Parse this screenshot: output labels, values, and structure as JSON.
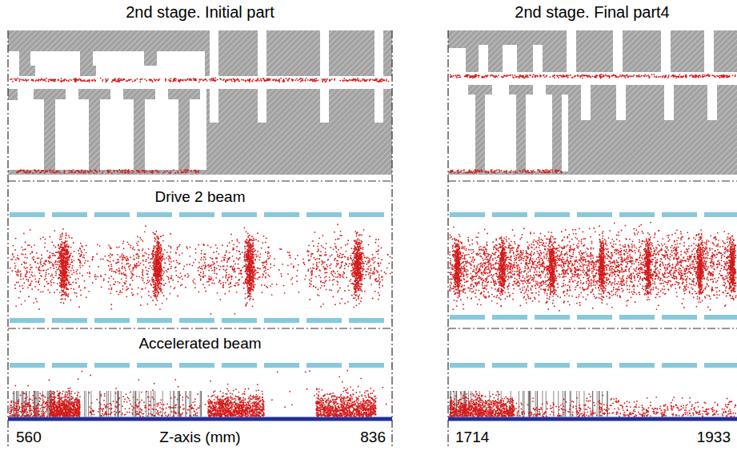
{
  "diagram": {
    "labels": [
      "2nd stage. Initial part",
      "2nd stage. Final part4",
      "Drive 2 beam",
      "Accelerated beam",
      "560",
      "Z-axis (mm)",
      "836",
      "1714",
      "1933"
    ]
  }
}
